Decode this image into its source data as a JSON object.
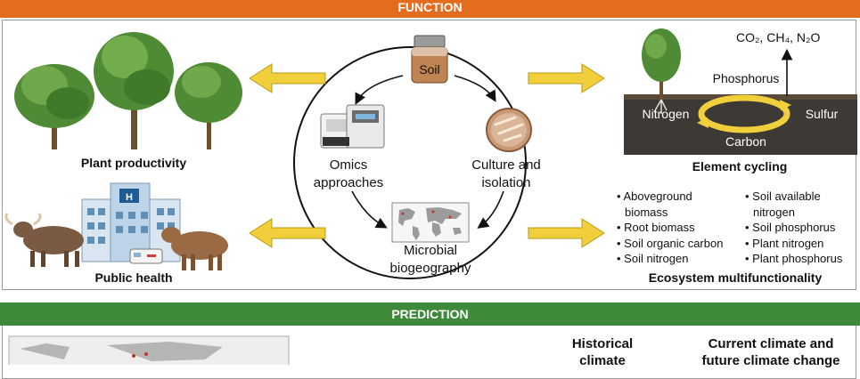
{
  "bands": {
    "function": "FUNCTION",
    "prediction": "PREDICTION"
  },
  "center": {
    "soil": "Soil",
    "omics": [
      "Omics",
      "approaches"
    ],
    "culture": [
      "Culture and",
      "isolation"
    ],
    "biogeo": [
      "Microbial",
      "biogeography"
    ]
  },
  "left": {
    "plant_productivity": "Plant productivity",
    "public_health": "Public health"
  },
  "right": {
    "element_cycling": "Element cycling",
    "gases": "CO₂, CH₄, N₂O",
    "phosphorus": "Phosphorus",
    "nitrogen": "Nitrogen",
    "sulfur": "Sulfur",
    "carbon": "Carbon",
    "multifunctionality_title": "Ecosystem multifunctionality",
    "list_left": [
      "• Aboveground",
      "  biomass",
      "• Root biomass",
      "• Soil organic carbon",
      "• Soil nitrogen"
    ],
    "list_right": [
      "• Soil available",
      "  nitrogen",
      "• Soil phosphorus",
      "• Plant nitrogen",
      "• Plant phosphorus"
    ]
  },
  "prediction": {
    "historical": [
      "Historical",
      "climate"
    ],
    "current": [
      "Current climate and",
      "future climate change"
    ]
  },
  "colors": {
    "function_band": "#e36c1f",
    "prediction_band": "#3f8a3a",
    "arrow_yellow": "#f1cf3b",
    "soil_dark": "#3d3a36"
  }
}
